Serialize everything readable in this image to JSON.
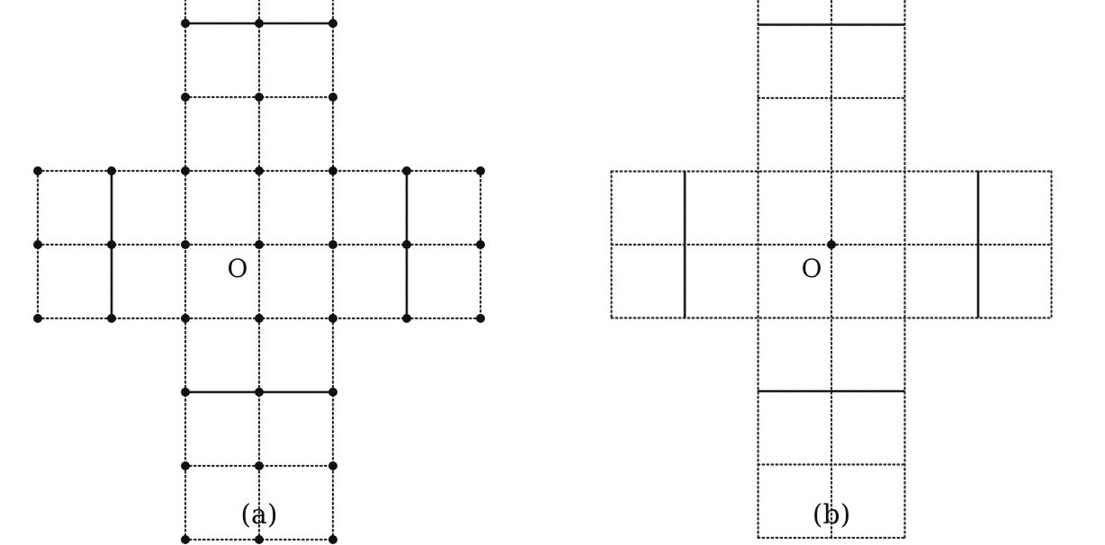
{
  "panels": [
    {
      "id": "a",
      "caption": "(a)",
      "origin_label": "O",
      "show_nodes": true
    },
    {
      "id": "b",
      "caption": "(b)",
      "origin_label": "O",
      "show_nodes": false
    }
  ],
  "colors": {
    "line": "#1a1a1a",
    "node": "#111111",
    "background": "#ffffff"
  }
}
